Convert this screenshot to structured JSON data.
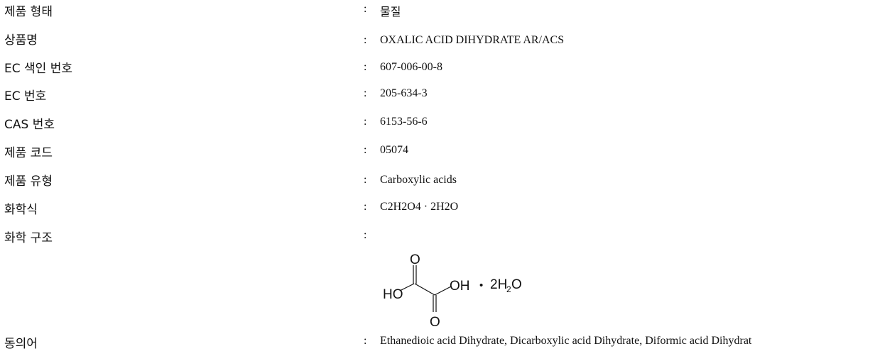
{
  "rows": [
    {
      "label": "제품 형태",
      "value": "물질"
    },
    {
      "label": "상품명",
      "value": "OXALIC ACID DIHYDRATE AR/ACS"
    },
    {
      "label": "EC 색인 번호",
      "value": "607-006-00-8"
    },
    {
      "label": "EC 번호",
      "value": "205-634-3"
    },
    {
      "label": "CAS 번호",
      "value": "6153-56-6"
    },
    {
      "label": "제품 코드",
      "value": "05074"
    },
    {
      "label": "제품 유형",
      "value": "Carboxylic acids"
    },
    {
      "label": "화학식",
      "value": "C2H2O4 · 2H2O"
    },
    {
      "label": "화학 구조",
      "value": ""
    },
    {
      "label": "동의어",
      "value": "Ethanedioic acid Dihydrate, Dicarboxylic acid Dihydrate, Diformic acid Dihydrat"
    }
  ],
  "colon": ":",
  "structure": {
    "atom_o": "O",
    "atom_ho": "HO",
    "atom_oh": "OH",
    "bullet": "•",
    "water_2h": "2H",
    "water_sub": "2",
    "water_o": "O"
  }
}
